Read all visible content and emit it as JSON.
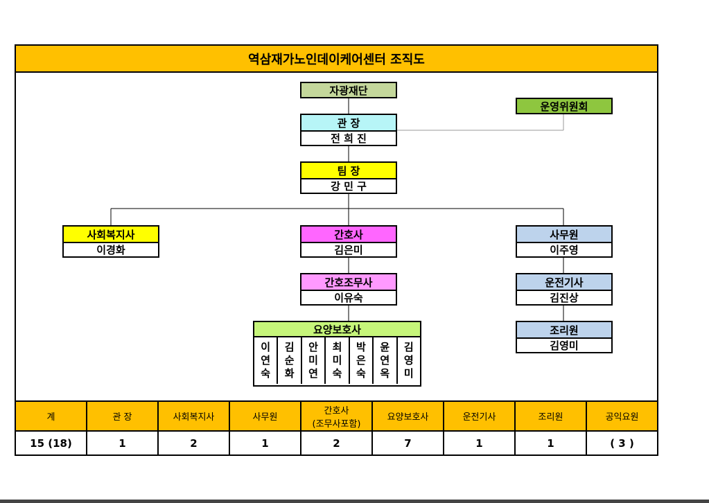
{
  "title": "역삼재가노인데이케어센터  조직도",
  "colors": {
    "title_bg": "#ffc000",
    "foundation": "#c4d79b",
    "director": "#b7f5f7",
    "committee": "#8ec63f",
    "team_lead": "#ffff00",
    "social_worker": "#ffff00",
    "nurse": "#ff66ff",
    "nurse_aide": "#ff99ff",
    "caregiver": "#c6f57a",
    "staff_blue": "#bdd3ec"
  },
  "org": {
    "foundation": "자광재단",
    "committee": "운영위원회",
    "director": {
      "role": "관 장",
      "name": "전 희 진"
    },
    "team_lead": {
      "role": "팀 장",
      "name": "강 민 구"
    },
    "social_worker": {
      "role": "사회복지사",
      "name": "이경화"
    },
    "nurse": {
      "role": "간호사",
      "name": "김은미"
    },
    "nurse_aide": {
      "role": "간호조무사",
      "name": "이유숙"
    },
    "caregivers": {
      "role": "요양보호사",
      "members": [
        [
          "이",
          "연",
          "숙"
        ],
        [
          "김",
          "순",
          "화"
        ],
        [
          "안",
          "미",
          "연"
        ],
        [
          "최",
          "미",
          "숙"
        ],
        [
          "박",
          "은",
          "숙"
        ],
        [
          "윤",
          "연",
          "옥"
        ],
        [
          "김",
          "영",
          "미"
        ]
      ]
    },
    "office": {
      "role": "사무원",
      "name": "이주영"
    },
    "driver": {
      "role": "운전기사",
      "name": "김진상"
    },
    "cook": {
      "role": "조리원",
      "name": "김영미"
    }
  },
  "summary": {
    "headers": [
      "계",
      "관 장",
      "사회복지사",
      "사무원",
      "간호사",
      "요양보호사",
      "운전기사",
      "조리원",
      "공익요원"
    ],
    "nurse_header_sub": "(조무사포함)",
    "values": [
      "15 (18)",
      "1",
      "2",
      "1",
      "2",
      "7",
      "1",
      "1",
      "( 3 )"
    ]
  }
}
